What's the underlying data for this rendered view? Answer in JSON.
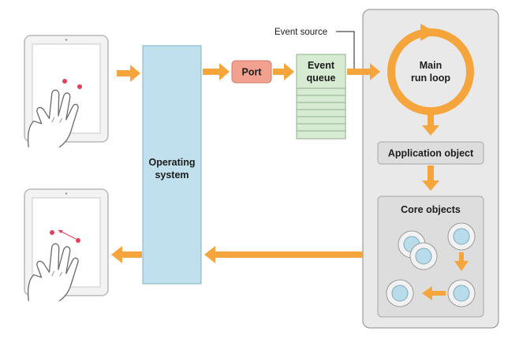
{
  "labels": {
    "event_source": "Event source",
    "port": "Port",
    "event_queue_line1": "Event",
    "event_queue_line2": "queue",
    "main_run_loop_line1": "Main",
    "main_run_loop_line2": "run loop",
    "operating_system_line1": "Operating",
    "operating_system_line2": "system",
    "application_object": "Application object",
    "core_objects": "Core objects"
  },
  "colors": {
    "arrow": "#f6a53c",
    "operating_system_fill": "#bfe0ec",
    "port_fill": "#f3a18f",
    "event_queue_fill": "#d7ebd2",
    "app_panel_fill": "#e9e9e9",
    "app_panel_stroke": "#8b8b8b",
    "box_fill": "#dddddd",
    "core_inner": "#b9dcea",
    "touch_dot": "#e0405c"
  }
}
